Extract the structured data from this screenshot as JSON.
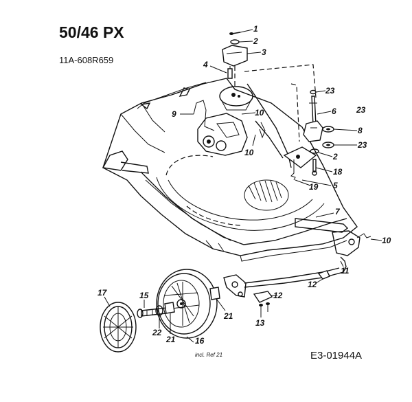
{
  "header": {
    "title": "50/46 PX",
    "model_number": "11A-608R659"
  },
  "footer": {
    "note": "incl. Ref 21",
    "drawing_code": "E3-01944A"
  },
  "callouts": [
    "1",
    "2",
    "3",
    "4",
    "23",
    "6",
    "9",
    "10",
    "23",
    "8",
    "10",
    "23",
    "2",
    "18",
    "19",
    "5",
    "7",
    "10",
    "11",
    "12",
    "17",
    "15",
    "22",
    "21",
    "16",
    "21",
    "12",
    "13"
  ]
}
